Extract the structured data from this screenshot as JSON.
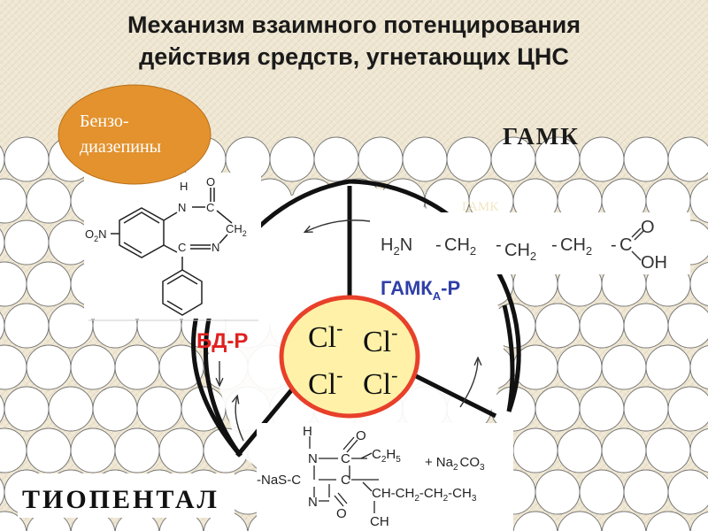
{
  "slide": {
    "title_line1": "Механизм взаимного потенцирования",
    "title_line2": "действия средств, угнетающих ЦНС"
  },
  "labels": {
    "benzo_line1": "Бензо-",
    "benzo_line2": "диазепины",
    "gaba_top": "ГАМК",
    "gaba_ghost": "ГАМК",
    "gaba_a_receptor_main": "ГАМК",
    "gaba_a_receptor_sub": "А",
    "gaba_a_receptor_suffix": "-Р",
    "bd_receptor": "БД-Р",
    "thiopental": "ТИОПЕНТАЛ",
    "chloride_ions": [
      "Cl",
      "Cl",
      "Cl",
      "Cl"
    ],
    "chloride_charge": "-"
  },
  "gaba_formula": {
    "h2n": "H",
    "h2n_sub": "2",
    "h2n_n": "N",
    "ch2": "CH",
    "sub2": "2",
    "dash": "-",
    "c": "C",
    "o": "O",
    "oh": "OH"
  },
  "benzo_formula": {
    "h": "H",
    "n": "N",
    "c": "C",
    "o": "O",
    "ch2": "CH",
    "ch2_sub": "2",
    "no2": "O",
    "no2_sub": "2",
    "no2_n": "N",
    "eq": "=",
    "dash": "-"
  },
  "thio_formula": {
    "h": "H",
    "n": "N",
    "c": "C",
    "o": "O",
    "nas": "NaS",
    "c2h5": "C",
    "c2h5_sub1": "2",
    "c2h5_h": "H",
    "c2h5_sub2": "5",
    "na2co3_plus": "+",
    "na2co3_na": "Na",
    "na2co3_sub": "2",
    "na2co3_co": "CO",
    "na2co3_sub3": "3",
    "chain_ch": "CH",
    "chain_ch2": "CH",
    "chain_sub": "2",
    "chain_ch3": "CH",
    "chain_sub3": "3",
    "ch": "CH",
    "dash": "-"
  },
  "colors": {
    "title": "#1a1a1a",
    "benzo_fill": "#e3922e",
    "chloride_fill": "#fff2a8",
    "chloride_ring": "#e8402a",
    "gaba_a_label": "#2f3fa8",
    "bd_label": "#e02020",
    "cell_stroke": "#777777"
  }
}
